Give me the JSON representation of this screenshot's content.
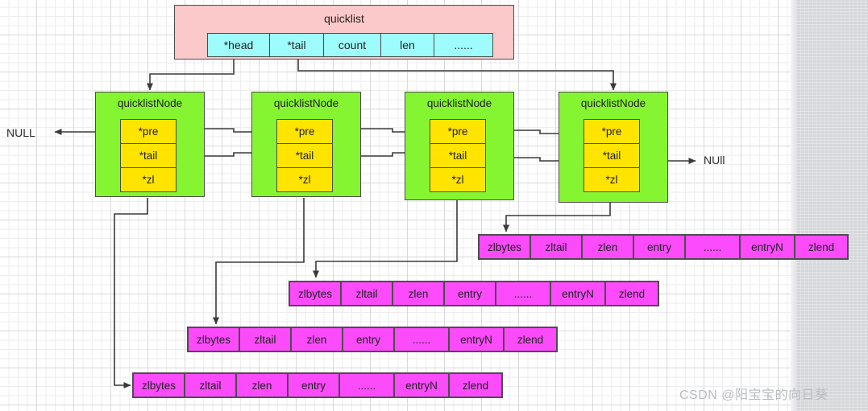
{
  "diagram": {
    "title": "Redis quicklist structure diagram",
    "colors": {
      "quicklist_fill": "#fbc9c9",
      "quicklist_field_fill": "#9ffcfc",
      "node_fill": "#86f531",
      "node_field_fill": "#ffe400",
      "ziplist_fill": "#fb4bfb",
      "stroke": "#4d4d4d"
    }
  },
  "quicklist": {
    "label": "quicklist",
    "fields": [
      {
        "label": "*head",
        "width": 78
      },
      {
        "label": "*tail",
        "width": 68
      },
      {
        "label": "count",
        "width": 72
      },
      {
        "label": "len",
        "width": 67
      },
      {
        "label": "......",
        "width": 74
      }
    ]
  },
  "nodes": [
    {
      "label": "quicklistNode",
      "fields": [
        "*pre",
        "*tail",
        "*zl"
      ]
    },
    {
      "label": "quicklistNode",
      "fields": [
        "*pre",
        "*tail",
        "*zl"
      ]
    },
    {
      "label": "quicklistNode",
      "fields": [
        "*pre",
        "*tail",
        "*zl"
      ]
    },
    {
      "label": "quicklistNode",
      "fields": [
        "*pre",
        "*tail",
        "*zl"
      ]
    }
  ],
  "ziplists": [
    {
      "cells": [
        {
          "label": "zlbytes",
          "width": 66
        },
        {
          "label": "zltail",
          "width": 66
        },
        {
          "label": "zlen",
          "width": 66
        },
        {
          "label": "entry",
          "width": 66
        },
        {
          "label": "......",
          "width": 70
        },
        {
          "label": "entryN",
          "width": 70
        },
        {
          "label": "zlend",
          "width": 68
        }
      ]
    },
    {
      "cells": [
        {
          "label": "zlbytes",
          "width": 66
        },
        {
          "label": "zltail",
          "width": 66
        },
        {
          "label": "zlen",
          "width": 66
        },
        {
          "label": "entry",
          "width": 66
        },
        {
          "label": "......",
          "width": 70
        },
        {
          "label": "entryN",
          "width": 70
        },
        {
          "label": "zlend",
          "width": 68
        }
      ]
    },
    {
      "cells": [
        {
          "label": "zlbytes",
          "width": 66
        },
        {
          "label": "zltail",
          "width": 66
        },
        {
          "label": "zlen",
          "width": 66
        },
        {
          "label": "entry",
          "width": 66
        },
        {
          "label": "......",
          "width": 70
        },
        {
          "label": "entryN",
          "width": 70
        },
        {
          "label": "zlend",
          "width": 68
        }
      ]
    },
    {
      "cells": [
        {
          "label": "zlbytes",
          "width": 66
        },
        {
          "label": "zltail",
          "width": 66
        },
        {
          "label": "zlen",
          "width": 66
        },
        {
          "label": "entry",
          "width": 66
        },
        {
          "label": "......",
          "width": 70
        },
        {
          "label": "entryN",
          "width": 70
        },
        {
          "label": "zlend",
          "width": 68
        }
      ]
    }
  ],
  "labels": {
    "null_left": "NULL",
    "null_right": "NUll"
  },
  "watermark": "CSDN @阳宝宝的向日葵"
}
